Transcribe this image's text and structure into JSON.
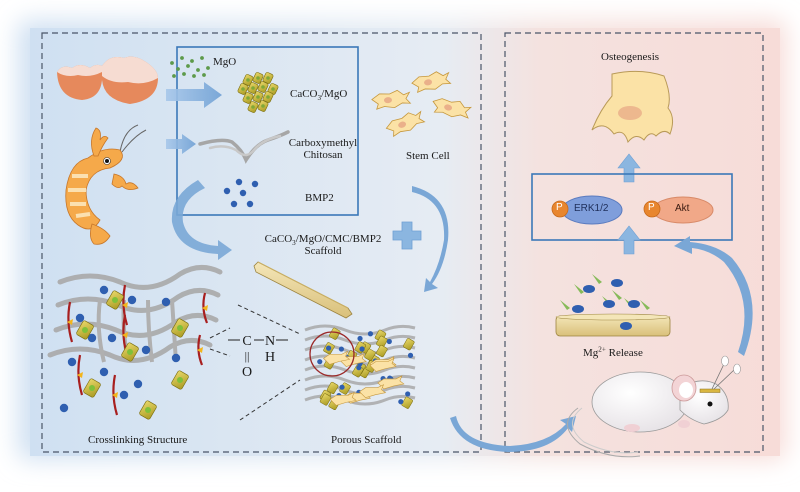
{
  "figure": {
    "type": "graphical-abstract",
    "colors": {
      "left_panel_bg": "#dde8f3",
      "right_panel_bg": "#f5ddd9",
      "dashed_border": "#4a5568",
      "box_border": "#3b78b8",
      "arrow_fill": "#8bb6e0",
      "mgo_dot": "#5d9a4a",
      "bmp2_dot": "#2f5fb0",
      "cell_fill": "#fbe2a6",
      "cell_nucleus": "#eab08a",
      "crosslink_red": "#a81f1f",
      "chitosan_gray": "#9a9a9a",
      "erk_fill": "#7f9edb",
      "akt_fill": "#f1a888",
      "phospho_fill": "#e8862e",
      "scaffold_disc": "#ecd9a0",
      "eggshell": "#e88a5e",
      "shrimp": "#f5a94a"
    }
  },
  "left_panel": {
    "sources": [
      {
        "name": "eggshell",
        "icon": "eggshell-icon"
      },
      {
        "name": "shrimp",
        "icon": "shrimp-icon"
      }
    ],
    "components_box": {
      "items": [
        {
          "label": "MgO"
        },
        {
          "label_main": "CaCO",
          "label_sub": "3",
          "label_rest": "/MgO"
        },
        {
          "label_line1": "Carboxymethyl",
          "label_line2": "Chitosan"
        },
        {
          "label": "BMP2"
        }
      ]
    },
    "scaffold": {
      "label_main": "CaCO",
      "label_sub": "3",
      "label_rest": "/MgO/CMC/BMP2",
      "label_line2": "Scaffold"
    },
    "stem_cell": {
      "label": "Stem Cell"
    },
    "crosslinking": {
      "label": "Crosslinking Structure"
    },
    "amide_bond": {
      "c": "C",
      "n": "N",
      "h": "H",
      "o": "O",
      "double_bond": "||"
    },
    "porous_scaffold": {
      "label": "Porous Scaffold"
    }
  },
  "right_panel": {
    "osteogenesis": {
      "label": "Osteogenesis"
    },
    "pathway_box": {
      "proteins": [
        {
          "name": "ERK1/2",
          "phospho": "P"
        },
        {
          "name": "Akt",
          "phospho": "P"
        }
      ]
    },
    "mg_release": {
      "label_main": "Mg",
      "label_sup": "2+",
      "label_rest": " Release"
    },
    "animal": {
      "name": "mouse",
      "icon": "mouse-icon"
    }
  }
}
